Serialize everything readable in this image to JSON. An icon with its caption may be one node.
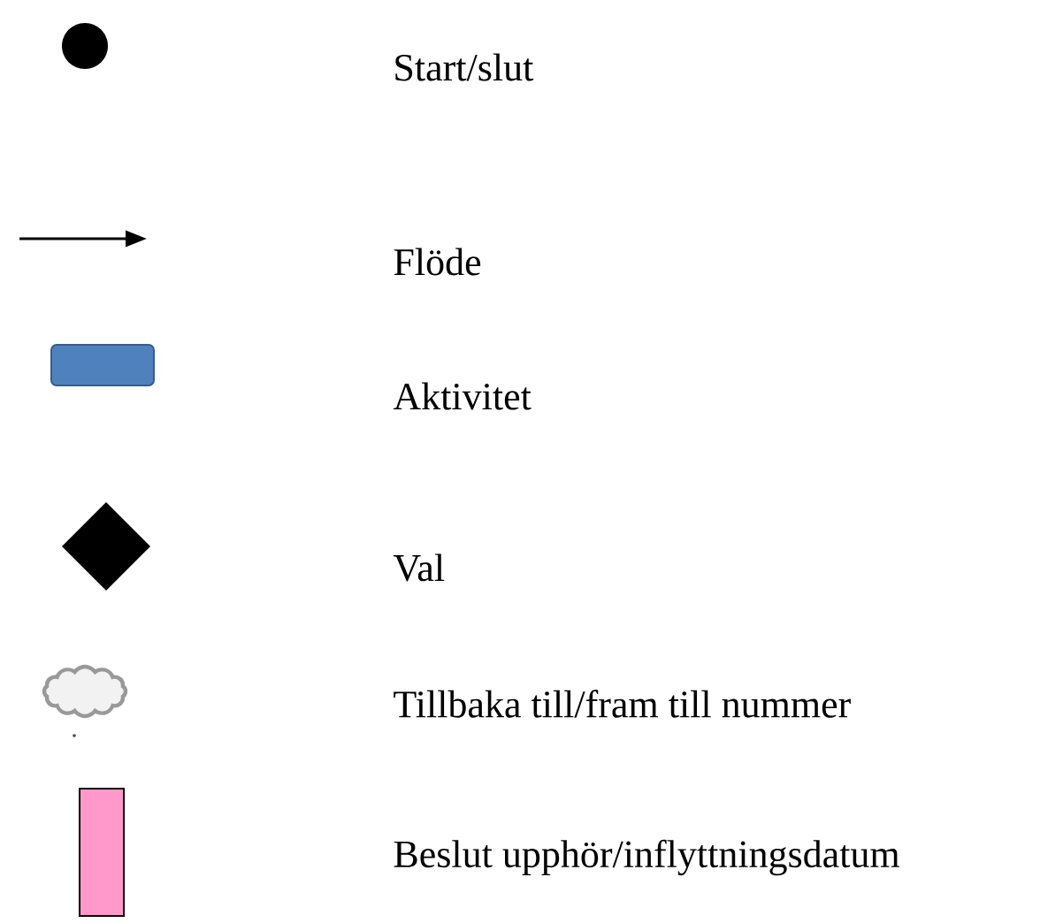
{
  "diagram": {
    "legend": [
      {
        "text": "Start/slut"
      },
      {
        "text": "Flöde"
      },
      {
        "text": "Aktivitet"
      },
      {
        "text": "Val"
      },
      {
        "text": "Tillbaka till/fram till nummer"
      },
      {
        "text": "Beslut upphör/inflyttningsdatum"
      }
    ]
  }
}
